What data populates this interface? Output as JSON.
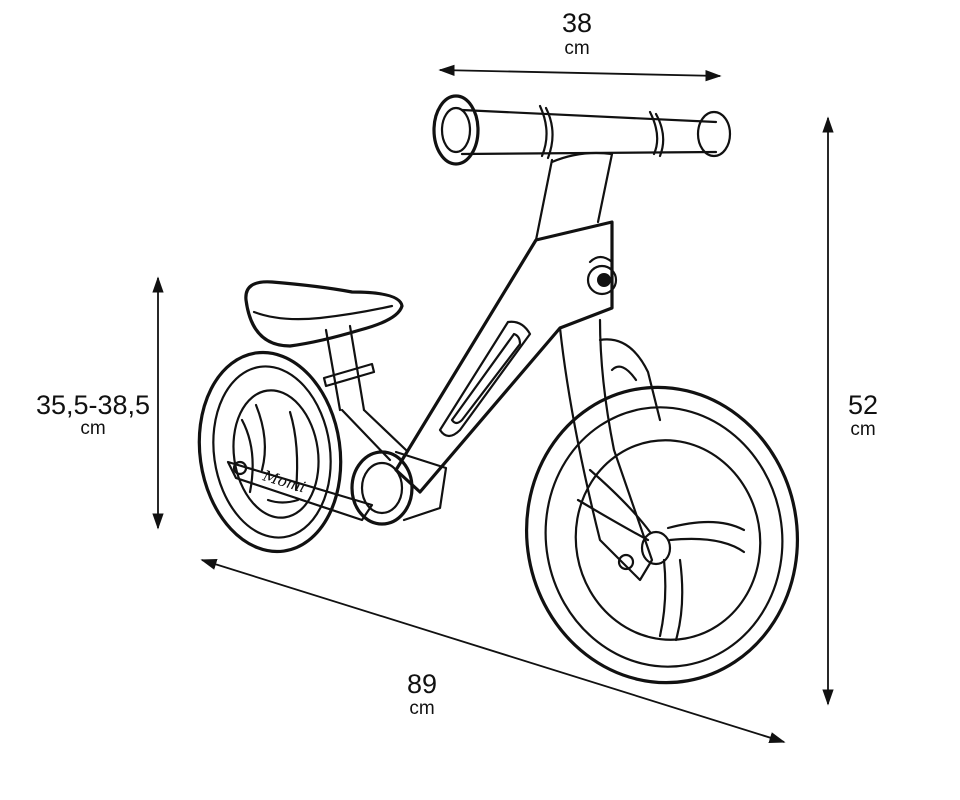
{
  "dimensions": {
    "handlebar_width": {
      "value": "38",
      "unit": "cm"
    },
    "total_height": {
      "value": "52",
      "unit": "cm"
    },
    "seat_height": {
      "value": "35,5-38,5",
      "unit": "cm"
    },
    "length": {
      "value": "89",
      "unit": "cm"
    }
  },
  "brand": {
    "text": "Momi"
  },
  "colors": {
    "stroke": "#111111",
    "background": "#ffffff"
  }
}
